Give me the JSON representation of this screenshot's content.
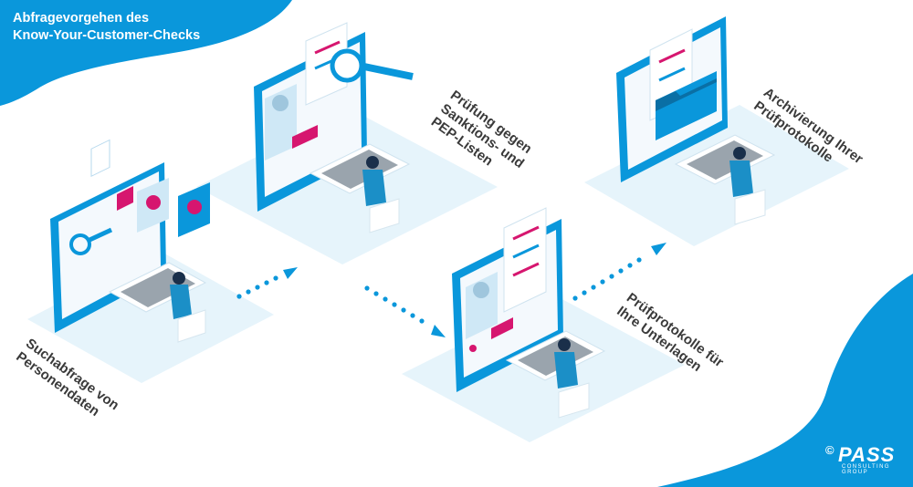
{
  "header": {
    "title_line1": "Abfragevorgehen des",
    "title_line2": "Know-Your-Customer-Checks"
  },
  "steps": [
    {
      "line1": "Suchabfrage von",
      "line2": "Personendaten"
    },
    {
      "line1": "Prüfung gegen",
      "line2": "Sanktions- und",
      "line3": "PEP-Listen"
    },
    {
      "line1": "Prüfprotokolle für",
      "line2": "Ihre Unterlagen"
    },
    {
      "line1": "Archivierung Ihrer",
      "line2": "Prüfprotokolle"
    }
  ],
  "logo": {
    "copyright": "©",
    "brand": "PASS",
    "subtitle": "CONSULTING GROUP"
  },
  "colors": {
    "brand_blue": "#0a97db",
    "light_blue": "#e3f3fb",
    "accent_magenta": "#d6166f",
    "text_dark": "#3a3a3a"
  }
}
